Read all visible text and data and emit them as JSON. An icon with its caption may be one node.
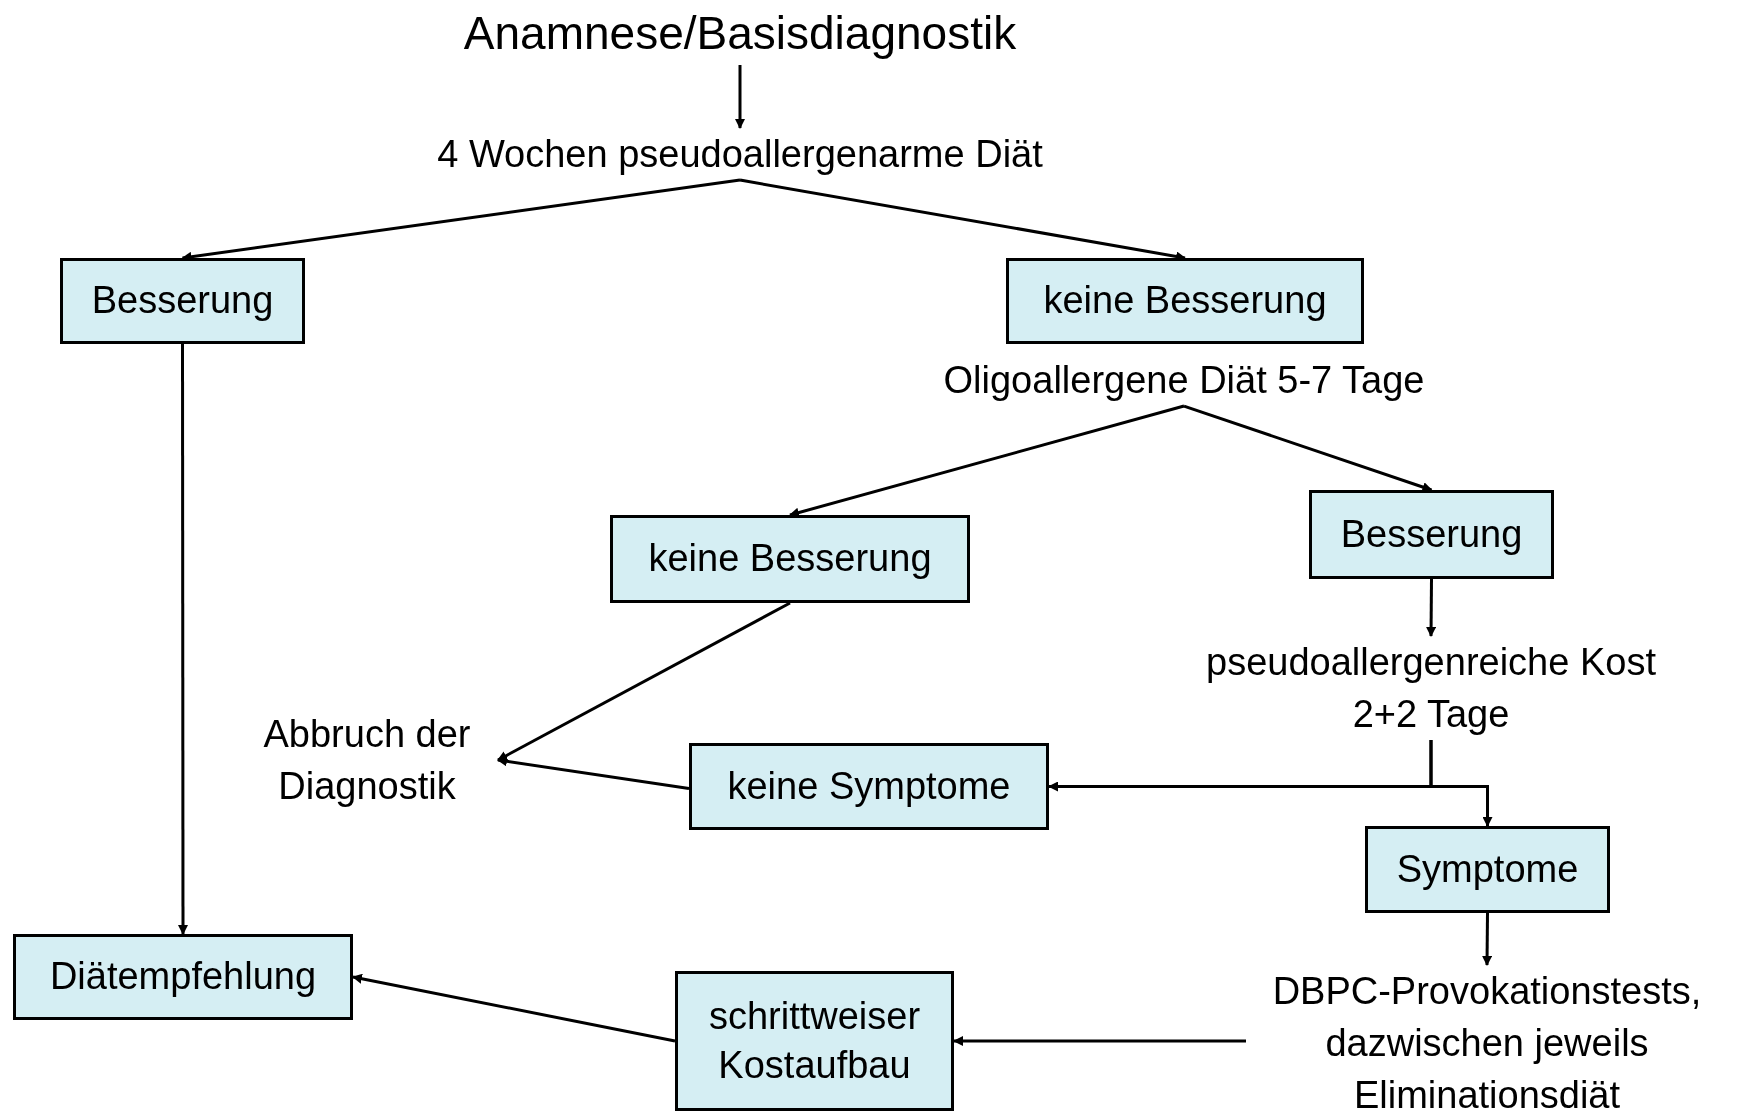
{
  "diagram": {
    "nodes": [
      {
        "text": [
          "Anamnese/Basisdiagnostik"
        ]
      },
      {
        "text": [
          "4 Wochen pseudoallergenarme Diät"
        ]
      },
      {
        "text": [
          "Besserung"
        ]
      },
      {
        "text": [
          "keine Besserung"
        ]
      },
      {
        "text": [
          "Oligoallergene Diät 5-7 Tage"
        ]
      },
      {
        "text": [
          "keine Besserung"
        ]
      },
      {
        "text": [
          "Besserung"
        ]
      },
      {
        "text": [
          "pseudoallergenreiche Kost 2+2 Tage"
        ]
      },
      {
        "text": [
          "Abbruch der Diagnostik"
        ]
      },
      {
        "text": [
          "keine Symptome"
        ]
      },
      {
        "text": [
          "Symptome"
        ]
      },
      {
        "text": [
          "Diätempfehlung"
        ]
      },
      {
        "text": [
          "schrittweiser Kostaufbau"
        ]
      },
      {
        "text": [
          "DBPC-Provokationstests, dazwischen jeweils Eliminationsdiät"
        ]
      }
    ],
    "edges": [
      {
        "from": 0,
        "to": 1,
        "arrow": "to"
      },
      {
        "from": 1,
        "to": 2,
        "arrow": "to"
      },
      {
        "from": 1,
        "to": 3,
        "arrow": "to"
      },
      {
        "from": 2,
        "to": 11,
        "arrow": "to"
      },
      {
        "from": 4,
        "to": 5,
        "arrow": "to"
      },
      {
        "from": 4,
        "to": 6,
        "arrow": "to"
      },
      {
        "from": 6,
        "to": 7,
        "arrow": "to"
      },
      {
        "from": 5,
        "to": 8,
        "arrow": "to"
      },
      {
        "from": 9,
        "to": 8,
        "arrow": "to"
      },
      {
        "from": 7,
        "to": 9,
        "arrow": "to"
      },
      {
        "from": 7,
        "to": 10,
        "arrow": "to"
      },
      {
        "from": 10,
        "to": 13,
        "arrow": "to"
      },
      {
        "from": 13,
        "to": 12,
        "arrow": "to"
      },
      {
        "from": 12,
        "to": 11,
        "arrow": "to"
      }
    ]
  }
}
